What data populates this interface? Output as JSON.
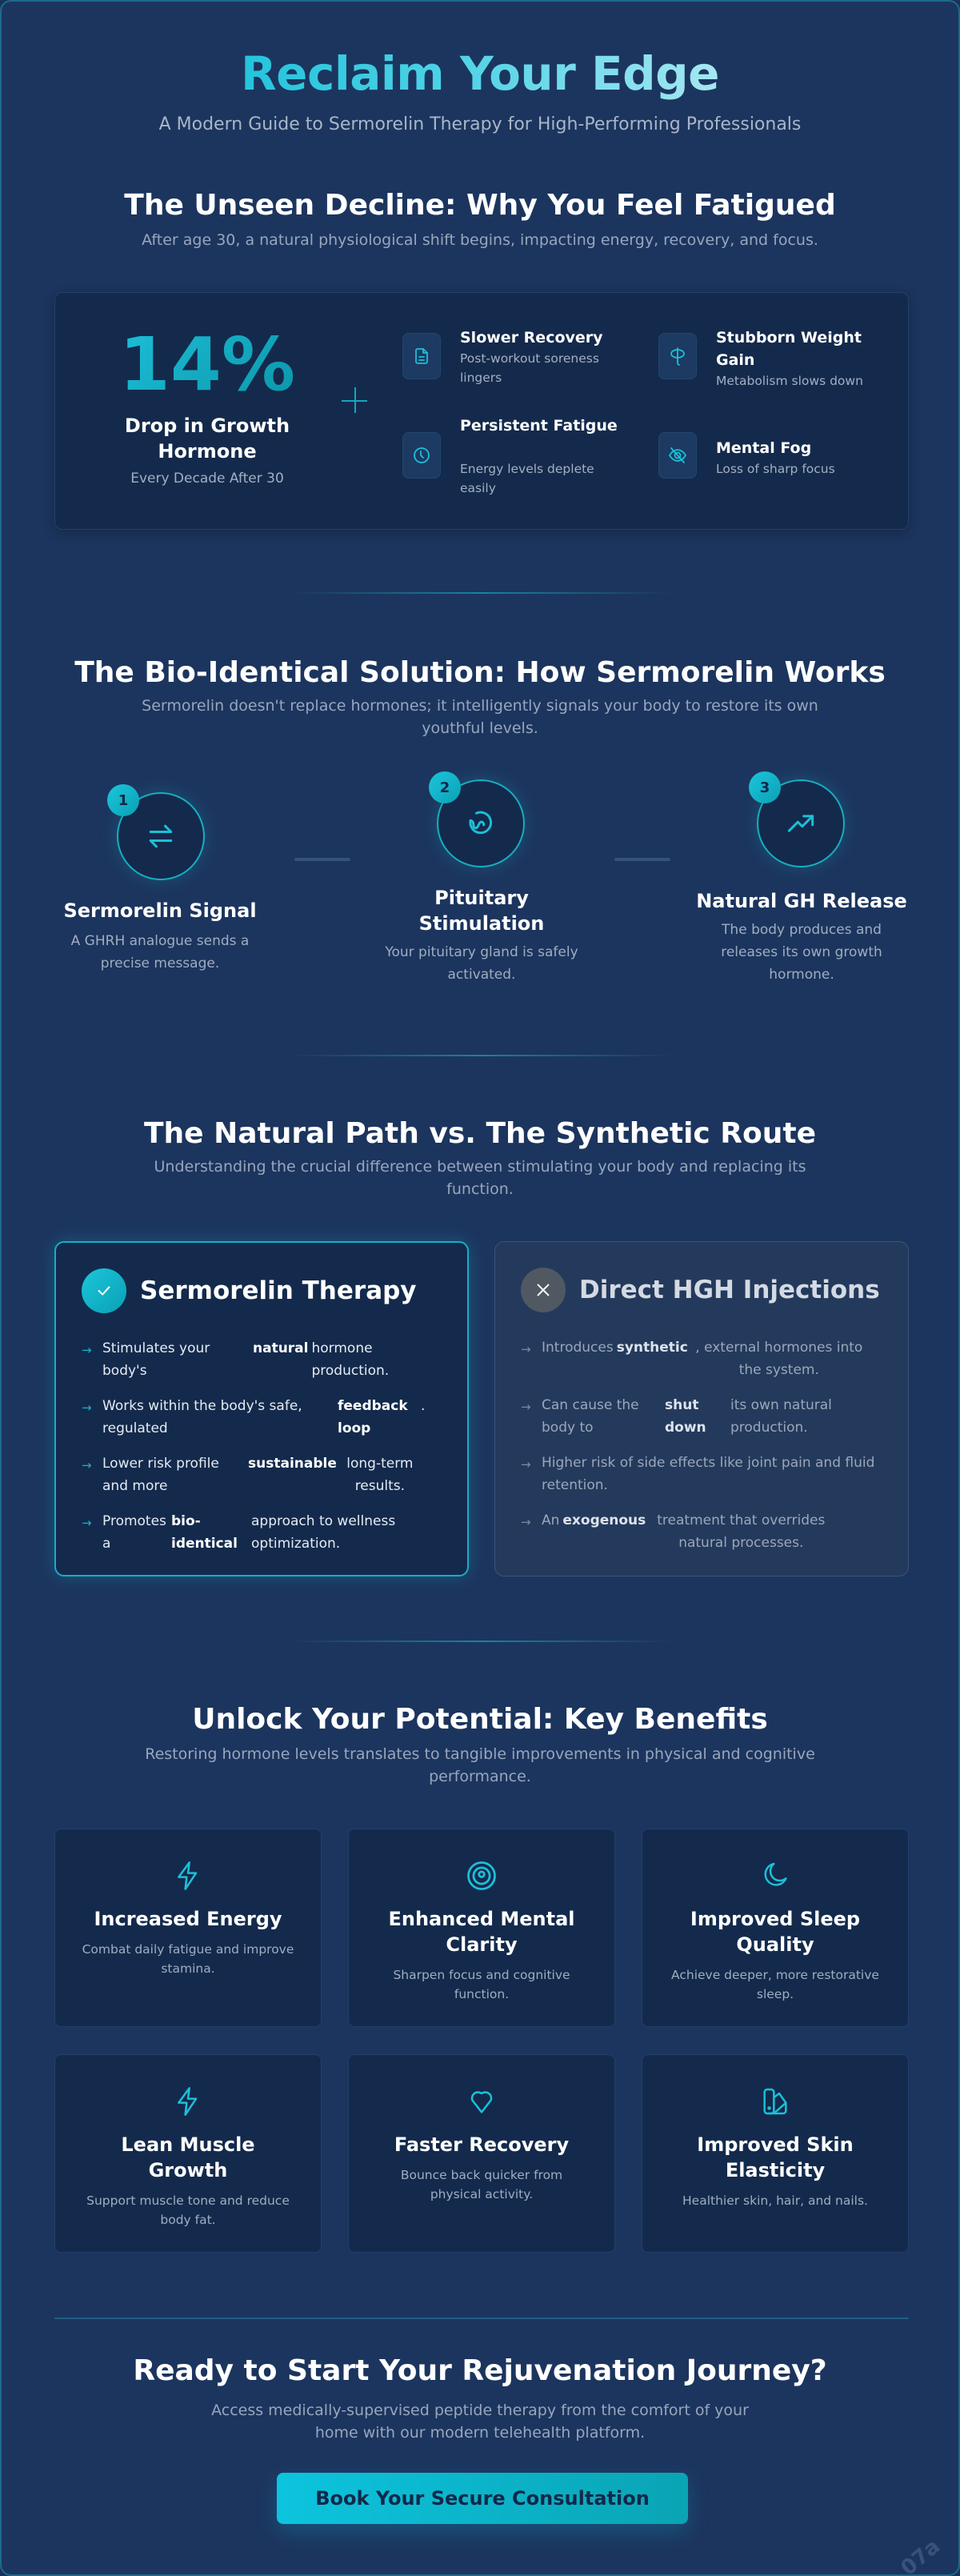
{
  "hero": {
    "title": "Reclaim Your Edge",
    "subtitle": "A Modern Guide to Sermorelin Therapy for High-Performing Professionals"
  },
  "decline": {
    "title": "The Unseen Decline: Why You Feel Fatigued",
    "subtitle": "After age 30, a natural physiological shift begins, impacting energy, recovery, and focus.",
    "stat": {
      "value": "14%",
      "label": "Drop in Growth Hormone",
      "sublabel": "Every Decade After 30"
    },
    "symptoms": [
      {
        "icon": "file-icon",
        "title": "Slower Recovery",
        "desc": "Post-workout soreness lingers"
      },
      {
        "icon": "scale-icon",
        "title": "Stubborn Weight Gain",
        "desc": "Metabolism slows down"
      },
      {
        "icon": "clock-icon",
        "title": "Persistent Fatigue",
        "desc": "Energy levels deplete easily"
      },
      {
        "icon": "eye-off-icon",
        "title": "Mental Fog",
        "desc": "Loss of sharp focus"
      }
    ]
  },
  "solution": {
    "title": "The Bio-Identical Solution: How Sermorelin Works",
    "subtitle": "Sermorelin doesn't replace hormones; it intelligently signals your body to restore its own youthful levels.",
    "steps": [
      {
        "number": "1",
        "icon": "arrows-exchange-icon",
        "title": "Sermorelin Signal",
        "desc": "A GHRH analogue sends a precise message."
      },
      {
        "number": "2",
        "icon": "pituitary-icon",
        "title": "Pituitary Stimulation",
        "desc": "Your pituitary gland is safely activated."
      },
      {
        "number": "3",
        "icon": "trending-up-icon",
        "title": "Natural GH Release",
        "desc": "The body produces and releases its own growth hormone."
      }
    ]
  },
  "comparison": {
    "title": "The Natural Path vs. The Synthetic Route",
    "subtitle": "Understanding the crucial difference between stimulating your body and replacing its function.",
    "good": {
      "title": "Sermorelin Therapy",
      "icon": "check-icon",
      "items": [
        {
          "before": "Stimulates your body's",
          "bold": "natural",
          "after": "hormone production."
        },
        {
          "before": "Works within the body's safe, regulated",
          "bold": "feedback loop",
          "after": "."
        },
        {
          "before": "Lower risk profile and more",
          "bold": "sustainable",
          "after": "long-term results."
        },
        {
          "before": "Promotes a",
          "bold": "bio-identical",
          "after": "approach to wellness optimization."
        }
      ]
    },
    "bad": {
      "title": "Direct HGH Injections",
      "icon": "x-icon",
      "items": [
        {
          "before": "Introduces",
          "bold": "synthetic",
          "after": ", external hormones into the system."
        },
        {
          "before": "Can cause the body to",
          "bold": "shut down",
          "after": "its own natural production."
        },
        {
          "before": "Higher risk of side effects like joint pain and fluid retention.",
          "bold": "",
          "after": ""
        },
        {
          "before": "An",
          "bold": "exogenous",
          "after": "treatment that overrides natural processes."
        }
      ]
    },
    "arrow_glyph": "→"
  },
  "benefits": {
    "title": "Unlock Your Potential: Key Benefits",
    "subtitle": "Restoring hormone levels translates to tangible improvements in physical and cognitive performance.",
    "items": [
      {
        "icon": "lightning-icon",
        "title": "Increased Energy",
        "desc": "Combat daily fatigue and improve stamina."
      },
      {
        "icon": "target-icon",
        "title": "Enhanced Mental Clarity",
        "desc": "Sharpen focus and cognitive function."
      },
      {
        "icon": "moon-icon",
        "title": "Improved Sleep Quality",
        "desc": "Achieve deeper, more restorative sleep."
      },
      {
        "icon": "lightning-icon",
        "title": "Lean Muscle Growth",
        "desc": "Support muscle tone and reduce body fat."
      },
      {
        "icon": "heart-icon",
        "title": "Faster Recovery",
        "desc": "Bounce back quicker from physical activity."
      },
      {
        "icon": "swatch-icon",
        "title": "Improved Skin Elasticity",
        "desc": "Healthier skin, hair, and nails."
      }
    ]
  },
  "cta": {
    "title": "Ready to Start Your Rejuvenation Journey?",
    "subtitle": "Access medically-supervised peptide therapy from the comfort of your home with our modern telehealth platform.",
    "button_label": "Book Your Secure Consultation"
  },
  "watermark": "07a",
  "colors": {
    "background": "#1c355e",
    "card": "#132a4c",
    "accent": "#16aebf",
    "accent_bright": "#1cc6dc",
    "text_muted": "#9fadc0",
    "button_text": "#11284a"
  }
}
